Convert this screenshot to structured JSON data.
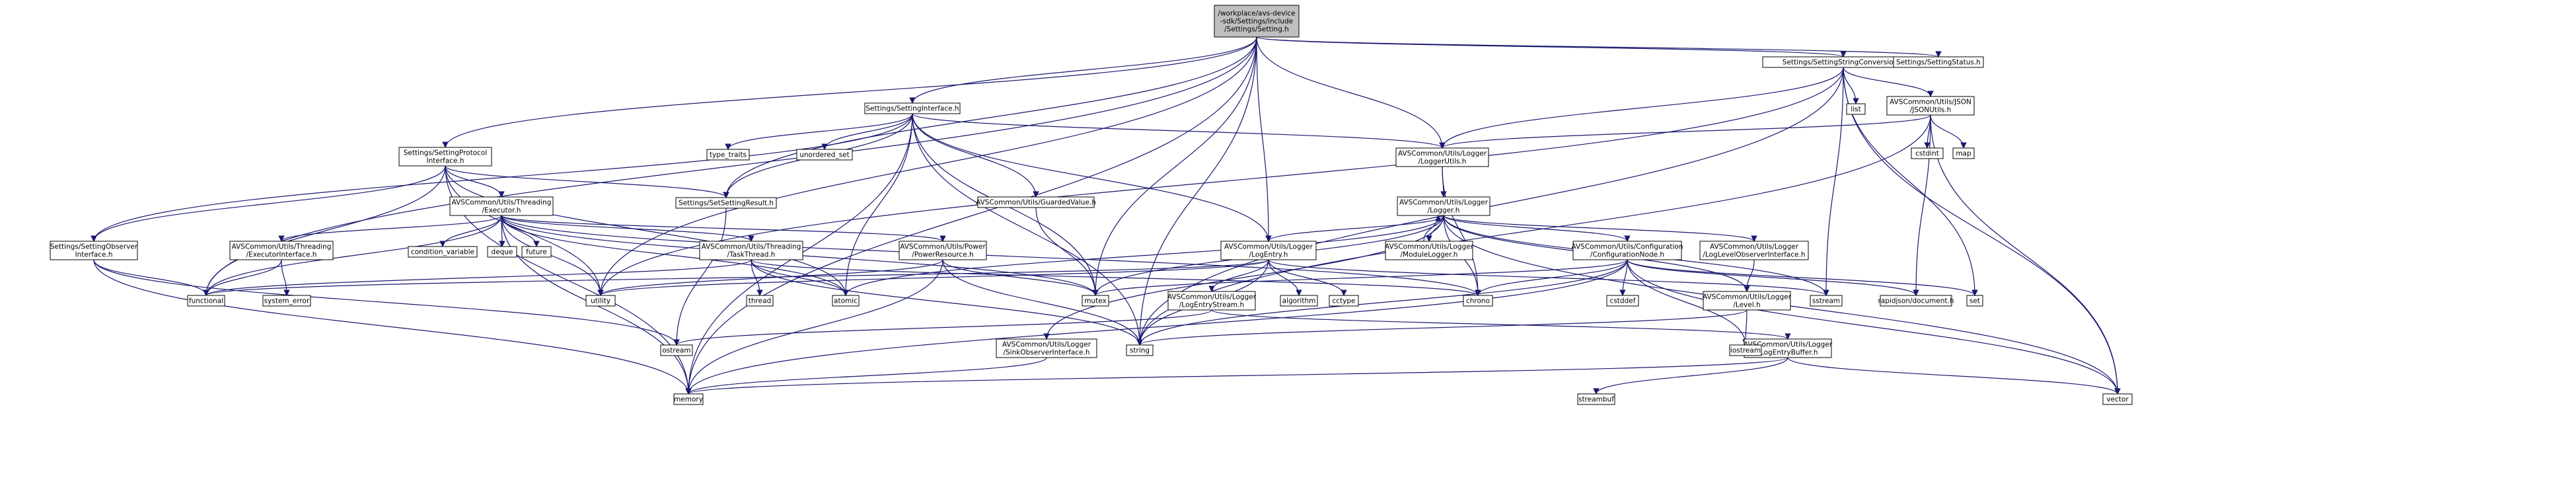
{
  "colors": {
    "edge": "#191970",
    "root_fill": "#bfbfbf",
    "node_fill": "#ffffff",
    "node_border": "#000000",
    "leaf_border": "#bfbfbf",
    "red_border": "#ff0000",
    "text": "#000000"
  },
  "graph": {
    "nodes": [
      {
        "id": "root",
        "lines": [
          "/workplace/avs-device",
          "-sdk/Settings/include",
          "/Settings/Setting.h"
        ],
        "style": "root"
      },
      {
        "id": "conv",
        "lines": [
          "Settings/SettingStringConversion.h"
        ],
        "style": "boxed"
      },
      {
        "id": "status",
        "lines": [
          "Settings/SettingStatus.h"
        ],
        "style": "boxed"
      },
      {
        "id": "iface",
        "lines": [
          "Settings/SettingInterface.h"
        ],
        "style": "boxed"
      },
      {
        "id": "json",
        "lines": [
          "AVSCommon/Utils/JSON",
          "/JSONUtils.h"
        ],
        "style": "boxed"
      },
      {
        "id": "list",
        "lines": [
          "list"
        ],
        "style": "leaf"
      },
      {
        "id": "proto",
        "lines": [
          "Settings/SettingProtocol",
          "Interface.h"
        ],
        "style": "boxed"
      },
      {
        "id": "typetraits",
        "lines": [
          "type_traits"
        ],
        "style": "leaf"
      },
      {
        "id": "uset",
        "lines": [
          "unordered_set"
        ],
        "style": "leaf"
      },
      {
        "id": "loggerutils",
        "lines": [
          "AVSCommon/Utils/Logger",
          "/LoggerUtils.h"
        ],
        "style": "boxed"
      },
      {
        "id": "cstdint",
        "lines": [
          "cstdint"
        ],
        "style": "leaf"
      },
      {
        "id": "map",
        "lines": [
          "map"
        ],
        "style": "leaf"
      },
      {
        "id": "executor",
        "lines": [
          "AVSCommon/Utils/Threading",
          "/Executor.h"
        ],
        "style": "boxed"
      },
      {
        "id": "setresult",
        "lines": [
          "Settings/SetSettingResult.h"
        ],
        "style": "boxed"
      },
      {
        "id": "guarded",
        "lines": [
          "AVSCommon/Utils/GuardedValue.h"
        ],
        "style": "boxed"
      },
      {
        "id": "logger",
        "lines": [
          "AVSCommon/Utils/Logger",
          "/Logger.h"
        ],
        "style": "boxed"
      },
      {
        "id": "observer",
        "lines": [
          "Settings/SettingObserver",
          "Interface.h"
        ],
        "style": "boxed"
      },
      {
        "id": "condvar",
        "lines": [
          "condition_variable"
        ],
        "style": "leaf"
      },
      {
        "id": "deque",
        "lines": [
          "deque"
        ],
        "style": "leaf"
      },
      {
        "id": "future",
        "lines": [
          "future"
        ],
        "style": "leaf"
      },
      {
        "id": "execiface",
        "lines": [
          "AVSCommon/Utils/Threading",
          "/ExecutorInterface.h"
        ],
        "style": "boxed"
      },
      {
        "id": "taskthread",
        "lines": [
          "AVSCommon/Utils/Threading",
          "/TaskThread.h"
        ],
        "style": "red"
      },
      {
        "id": "power",
        "lines": [
          "AVSCommon/Utils/Power",
          "/PowerResource.h"
        ],
        "style": "red"
      },
      {
        "id": "logentry",
        "lines": [
          "AVSCommon/Utils/Logger",
          "/LogEntry.h"
        ],
        "style": "boxed"
      },
      {
        "id": "modulelogger",
        "lines": [
          "AVSCommon/Utils/Logger",
          "/ModuleLogger.h"
        ],
        "style": "boxed"
      },
      {
        "id": "confignode",
        "lines": [
          "AVSCommon/Utils/Configuration",
          "/ConfigurationNode.h"
        ],
        "style": "boxed"
      },
      {
        "id": "levelobs",
        "lines": [
          "AVSCommon/Utils/Logger",
          "/LogLevelObserverInterface.h"
        ],
        "style": "boxed"
      },
      {
        "id": "functional",
        "lines": [
          "functional"
        ],
        "style": "leaf"
      },
      {
        "id": "syserr",
        "lines": [
          "system_error"
        ],
        "style": "leaf"
      },
      {
        "id": "utility",
        "lines": [
          "utility"
        ],
        "style": "leaf"
      },
      {
        "id": "thread",
        "lines": [
          "thread"
        ],
        "style": "leaf"
      },
      {
        "id": "atomic",
        "lines": [
          "atomic"
        ],
        "style": "leaf"
      },
      {
        "id": "mutex",
        "lines": [
          "mutex"
        ],
        "style": "leaf"
      },
      {
        "id": "logstream",
        "lines": [
          "AVSCommon/Utils/Logger",
          "/LogEntryStream.h"
        ],
        "style": "boxed"
      },
      {
        "id": "algorithm",
        "lines": [
          "algorithm"
        ],
        "style": "leaf"
      },
      {
        "id": "cctype",
        "lines": [
          "cctype"
        ],
        "style": "leaf"
      },
      {
        "id": "chrono",
        "lines": [
          "chrono"
        ],
        "style": "leaf"
      },
      {
        "id": "cstddef",
        "lines": [
          "cstddef"
        ],
        "style": "leaf"
      },
      {
        "id": "level",
        "lines": [
          "AVSCommon/Utils/Logger",
          "/Level.h"
        ],
        "style": "boxed"
      },
      {
        "id": "sstream",
        "lines": [
          "sstream"
        ],
        "style": "leaf"
      },
      {
        "id": "rapidjson",
        "lines": [
          "rapidjson/document.h"
        ],
        "style": "leaf"
      },
      {
        "id": "set",
        "lines": [
          "set"
        ],
        "style": "leaf"
      },
      {
        "id": "ostream",
        "lines": [
          "ostream"
        ],
        "style": "leaf"
      },
      {
        "id": "sinkobs",
        "lines": [
          "AVSCommon/Utils/Logger",
          "/SinkObserverInterface.h"
        ],
        "style": "boxed"
      },
      {
        "id": "string",
        "lines": [
          "string"
        ],
        "style": "leaf"
      },
      {
        "id": "logbuffer",
        "lines": [
          "AVSCommon/Utils/Logger",
          "/LogEntryBuffer.h"
        ],
        "style": "boxed"
      },
      {
        "id": "iostream",
        "lines": [
          "iostream"
        ],
        "style": "leaf"
      },
      {
        "id": "memory",
        "lines": [
          "memory"
        ],
        "style": "leaf"
      },
      {
        "id": "streambuf",
        "lines": [
          "streambuf"
        ],
        "style": "leaf"
      },
      {
        "id": "vector",
        "lines": [
          "vector"
        ],
        "style": "leaf"
      }
    ],
    "edges": [
      [
        "root",
        "conv"
      ],
      [
        "root",
        "status"
      ],
      [
        "root",
        "iface"
      ],
      [
        "root",
        "proto"
      ],
      [
        "root",
        "loggerutils"
      ],
      [
        "root",
        "setresult"
      ],
      [
        "root",
        "logentry"
      ],
      [
        "root",
        "utility"
      ],
      [
        "root",
        "mutex"
      ],
      [
        "root",
        "string"
      ],
      [
        "root",
        "functional"
      ],
      [
        "root",
        "memory"
      ],
      [
        "conv",
        "list"
      ],
      [
        "conv",
        "json"
      ],
      [
        "conv",
        "loggerutils"
      ],
      [
        "conv",
        "sstream"
      ],
      [
        "conv",
        "set"
      ],
      [
        "conv",
        "string"
      ],
      [
        "conv",
        "vector"
      ],
      [
        "conv",
        "utility"
      ],
      [
        "json",
        "cstdint"
      ],
      [
        "json",
        "map"
      ],
      [
        "json",
        "loggerutils"
      ],
      [
        "json",
        "rapidjson"
      ],
      [
        "json",
        "string"
      ],
      [
        "json",
        "vector"
      ],
      [
        "iface",
        "typetraits"
      ],
      [
        "iface",
        "uset"
      ],
      [
        "iface",
        "loggerutils"
      ],
      [
        "iface",
        "guarded"
      ],
      [
        "iface",
        "setresult"
      ],
      [
        "iface",
        "logentry"
      ],
      [
        "iface",
        "observer"
      ],
      [
        "iface",
        "atomic"
      ],
      [
        "iface",
        "mutex"
      ],
      [
        "iface",
        "string"
      ],
      [
        "iface",
        "memory"
      ],
      [
        "proto",
        "executor"
      ],
      [
        "proto",
        "setresult"
      ],
      [
        "proto",
        "observer"
      ],
      [
        "proto",
        "functional"
      ],
      [
        "proto",
        "utility"
      ],
      [
        "proto",
        "atomic"
      ],
      [
        "proto",
        "memory"
      ],
      [
        "loggerutils",
        "logger"
      ],
      [
        "loggerutils",
        "chrono"
      ],
      [
        "executor",
        "condvar"
      ],
      [
        "executor",
        "deque"
      ],
      [
        "executor",
        "future"
      ],
      [
        "executor",
        "execiface"
      ],
      [
        "executor",
        "taskthread"
      ],
      [
        "executor",
        "power"
      ],
      [
        "executor",
        "functional"
      ],
      [
        "executor",
        "utility"
      ],
      [
        "executor",
        "atomic"
      ],
      [
        "executor",
        "mutex"
      ],
      [
        "executor",
        "memory"
      ],
      [
        "executor",
        "chrono"
      ],
      [
        "setresult",
        "ostream"
      ],
      [
        "guarded",
        "mutex"
      ],
      [
        "logger",
        "logentry"
      ],
      [
        "logger",
        "modulelogger"
      ],
      [
        "logger",
        "confignode"
      ],
      [
        "logger",
        "levelobs"
      ],
      [
        "logger",
        "level"
      ],
      [
        "logger",
        "sinkobs"
      ],
      [
        "logger",
        "chrono"
      ],
      [
        "logger",
        "sstream"
      ],
      [
        "logger",
        "vector"
      ],
      [
        "logger",
        "atomic"
      ],
      [
        "logger",
        "mutex"
      ],
      [
        "modulelogger",
        "logger"
      ],
      [
        "observer",
        "functional"
      ],
      [
        "observer",
        "ostream"
      ],
      [
        "observer",
        "memory"
      ],
      [
        "execiface",
        "functional"
      ],
      [
        "execiface",
        "syserr"
      ],
      [
        "taskthread",
        "thread"
      ],
      [
        "taskthread",
        "atomic"
      ],
      [
        "taskthread",
        "functional"
      ],
      [
        "taskthread",
        "chrono"
      ],
      [
        "taskthread",
        "string"
      ],
      [
        "power",
        "mutex"
      ],
      [
        "power",
        "string"
      ],
      [
        "power",
        "memory"
      ],
      [
        "power",
        "utility"
      ],
      [
        "logentry",
        "logstream"
      ],
      [
        "logentry",
        "algorithm"
      ],
      [
        "logentry",
        "cctype"
      ],
      [
        "logentry",
        "string"
      ],
      [
        "logentry",
        "sstream"
      ],
      [
        "logentry",
        "utility"
      ],
      [
        "logentry",
        "functional"
      ],
      [
        "logstream",
        "logbuffer"
      ],
      [
        "logstream",
        "ostream"
      ],
      [
        "confignode",
        "cstddef"
      ],
      [
        "confignode",
        "chrono"
      ],
      [
        "confignode",
        "iostream"
      ],
      [
        "confignode",
        "mutex"
      ],
      [
        "confignode",
        "rapidjson"
      ],
      [
        "confignode",
        "set"
      ],
      [
        "confignode",
        "string"
      ],
      [
        "confignode",
        "vector"
      ],
      [
        "confignode",
        "memory"
      ],
      [
        "levelobs",
        "level"
      ],
      [
        "level",
        "iostream"
      ],
      [
        "level",
        "string"
      ],
      [
        "sinkobs",
        "memory"
      ],
      [
        "logbuffer",
        "streambuf"
      ],
      [
        "logbuffer",
        "vector"
      ],
      [
        "logbuffer",
        "memory"
      ]
    ]
  }
}
